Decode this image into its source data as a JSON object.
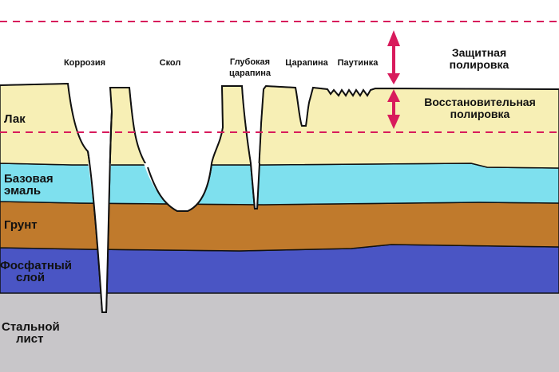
{
  "colors": {
    "lacquer": "#f7efb5",
    "base_enamel": "#7ee0ee",
    "primer": "#c07a2c",
    "phosphate": "#4a55c4",
    "steel": "#c8c6c9",
    "marker": "#d81b5c",
    "outline": "#111111"
  },
  "defects": {
    "corrosion": "Коррозия",
    "chip": "Скол",
    "deep_scratch_line1": "Глубокая",
    "deep_scratch_line2": "царапина",
    "scratch": "Царапина",
    "spiderweb": "Паутинка"
  },
  "layers": {
    "lacquer": "Лак",
    "base_enamel_line1": "Базовая",
    "base_enamel_line2": "эмаль",
    "primer": "Грунт",
    "phosphate_line1": "Фосфатный",
    "phosphate_line2": "слой",
    "steel_line1": "Стальной",
    "steel_line2": "лист"
  },
  "polishing": {
    "protective_line1": "Защитная",
    "protective_line2": "полировка",
    "restorative_line1": "Восстановительная",
    "restorative_line2": "полировка"
  }
}
